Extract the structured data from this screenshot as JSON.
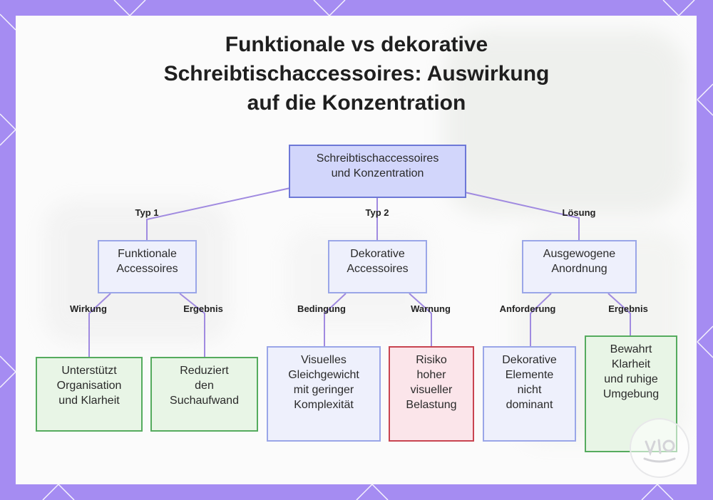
{
  "title": {
    "line1": "Funktionale vs dekorative",
    "line2": "Schreibtischaccessoires: Auswirkung",
    "line3": "auf die Konzentration"
  },
  "nodes": {
    "root": [
      "Schreibtischaccessoires",
      "und Konzentration"
    ],
    "functional": [
      "Funktionale",
      "Accessoires"
    ],
    "decorative": [
      "Dekorative",
      "Accessoires"
    ],
    "balanced": [
      "Ausgewogene",
      "Anordnung"
    ],
    "organization": [
      "Unterstützt",
      "Organisation",
      "und Klarheit"
    ],
    "search": [
      "Reduziert",
      "den",
      "Suchaufwand"
    ],
    "balance": [
      "Visuelles",
      "Gleichgewicht",
      "mit geringer",
      "Komplexität"
    ],
    "risk": [
      "Risiko",
      "hoher",
      "visueller",
      "Belastung"
    ],
    "elements": [
      "Dekorative",
      "Elemente",
      "nicht",
      "dominant"
    ],
    "calm": [
      "Bewahrt",
      "Klarheit",
      "und ruhige",
      "Umgebung"
    ]
  },
  "edge_labels": {
    "typ1": "Typ 1",
    "typ2": "Typ 2",
    "loesung": "Lösung",
    "wirkung": "Wirkung",
    "ergebnis1": "Ergebnis",
    "bedingung": "Bedingung",
    "warnung": "Warnung",
    "anforderung": "Anforderung",
    "ergebnis2": "Ergebnis"
  },
  "colors": {
    "frame": "#a58cf2",
    "edge": "#a08ae0",
    "root_fill": "#d2d6fb",
    "root_border": "#6d78d7",
    "node_fill": "#eef0fc",
    "green_fill": "#e8f5e6",
    "green_border": "#55ab5e",
    "red_fill": "#fbe5ea",
    "red_border": "#c84450"
  }
}
